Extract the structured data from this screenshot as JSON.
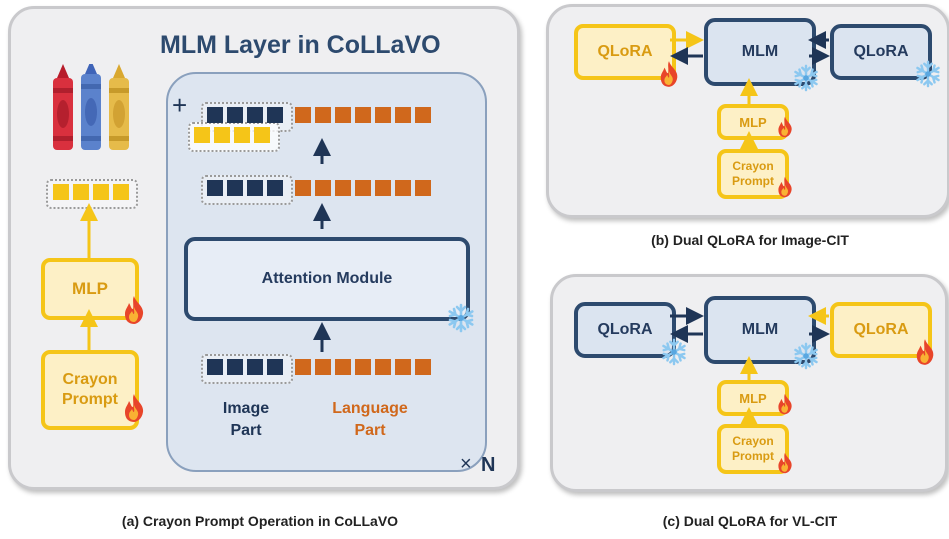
{
  "left": {
    "title": "MLM Layer in CoLLaVO",
    "attention_label": "Attention Module",
    "image_part": "Image\nPart",
    "language_part": "Language\nPart",
    "mlp_label": "MLP",
    "crayon_label": "Crayon\nPrompt",
    "plus_symbol": "+",
    "times_symbol": "×",
    "n_symbol": "N",
    "caption": "(a) Crayon Prompt Operation in CoLLaVO"
  },
  "top_right": {
    "qlora_left": "QLoRA",
    "mlm": "MLM",
    "qlora_right": "QLoRA",
    "mlp": "MLP",
    "crayon": "Crayon\nPrompt",
    "caption": "(b) Dual QLoRA for Image-CIT"
  },
  "bottom_right": {
    "qlora_left": "QLoRA",
    "mlm": "MLM",
    "qlora_right": "QLoRA",
    "mlp": "MLP",
    "crayon": "Crayon\nPrompt",
    "caption": "(c) Dual QLoRA for VL-CIT"
  },
  "colors": {
    "navy": "#1f3556",
    "orange": "#d0681c",
    "gold": "#f5c518",
    "title_blue": "#2d4a6e"
  },
  "icons": [
    "fire-icon",
    "snowflake-icon",
    "crayons-icon"
  ]
}
